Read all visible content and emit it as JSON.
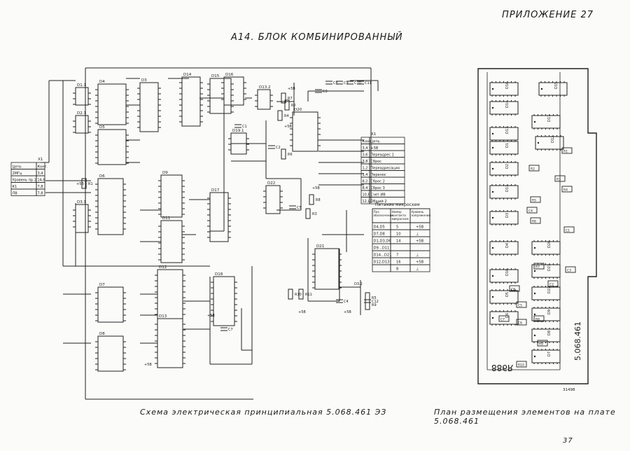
{
  "header": {
    "appendix": "ПРИЛОЖЕНИЕ 27",
    "title": "А14. БЛОК КОМБИНИРОВАННЫЙ"
  },
  "schematic": {
    "caption": "Схема электрическая принципиальная 5.068.461 ЭЗ",
    "connector_x1": {
      "ref": "X1",
      "head": [
        "Цепь",
        "Конт."
      ],
      "rows": [
        [
          "2МГц",
          "3,4"
        ],
        [
          "Уровень пр.1",
          "14,8"
        ],
        [
          "К1",
          "7,8"
        ],
        [
          "ЛВ",
          "7,8"
        ]
      ]
    },
    "connector_x2": {
      "ref": "X1",
      "head": [
        "Конт.",
        "Цепь"
      ],
      "rows": [
        [
          "3,4",
          "+5В"
        ],
        [
          "3,6",
          "Переадрес 1"
        ],
        [
          "3,8",
          "Сброс"
        ],
        [
          "1,2",
          "Переадресация"
        ],
        [
          "1,4",
          "Перенос"
        ],
        [
          "8,2",
          "Сброс 2"
        ],
        [
          "8,4",
          "Сброс 3"
        ],
        [
          "10,8",
          "Счет ИВ"
        ],
        [
          "12,Ш",
          "Общий 2"
        ]
      ]
    },
    "power_table": {
      "title": "Питание микросхем",
      "head": [
        "Поз. обозначение",
        "Номер контакта микросхем",
        "Уровень напряжения"
      ],
      "rows": [
        [
          "D4,D5",
          "5",
          "+5В"
        ],
        [
          "D7,D8",
          "10",
          "⊥"
        ],
        [
          "D1,D3,D6",
          "14",
          "+5В"
        ],
        [
          "D9...D11",
          "",
          ""
        ],
        [
          "D14...D21",
          "7",
          "⊥"
        ],
        [
          "D12,D13",
          "16",
          "+5В"
        ],
        [
          "",
          "8",
          "⊥"
        ]
      ]
    },
    "chip_labels": [
      "D1.1",
      "D4",
      "D2.1",
      "D5",
      "D3",
      "D14",
      "D15",
      "D16",
      "D13.2",
      "D20",
      "D6",
      "D3.1",
      "D19.1",
      "D22",
      "D17",
      "D9",
      "D11",
      "D18",
      "D7",
      "D12",
      "D21",
      "D8",
      "D13"
    ],
    "component_labels": [
      "R1",
      "R2",
      "R3",
      "R4",
      "R5",
      "R6",
      "R7",
      "R8",
      "R9",
      "R10",
      "R11",
      "C1",
      "C2",
      "C3",
      "C4",
      "C5",
      "C7",
      "C8",
      "C9",
      "C10",
      "C11",
      "C12",
      "D3.2",
      "+5В",
      "+5В",
      "+5В",
      "+5В",
      "+5В",
      "+5В",
      "+5В",
      "+5В"
    ]
  },
  "board": {
    "caption": "План размещения элементов на плате 5.068.461",
    "part_number": "5.068.461",
    "mirror_mark": "886R",
    "code": "31498",
    "chip_labels": [
      "D16",
      "D15",
      "D14",
      "D17",
      "D13",
      "D1",
      "D12",
      "D2",
      "D11",
      "D3",
      "D4",
      "D10",
      "D20",
      "D5",
      "D21",
      "D6",
      "D22",
      "D9",
      "D8",
      "D7"
    ],
    "part_labels": [
      "R1",
      "R2",
      "R3",
      "R4",
      "R5",
      "R6",
      "R7",
      "R8",
      "R9",
      "R10",
      "C1",
      "C2",
      "C3",
      "C4",
      "C5",
      "C6",
      "C7",
      "C8"
    ]
  },
  "page_number": "37"
}
